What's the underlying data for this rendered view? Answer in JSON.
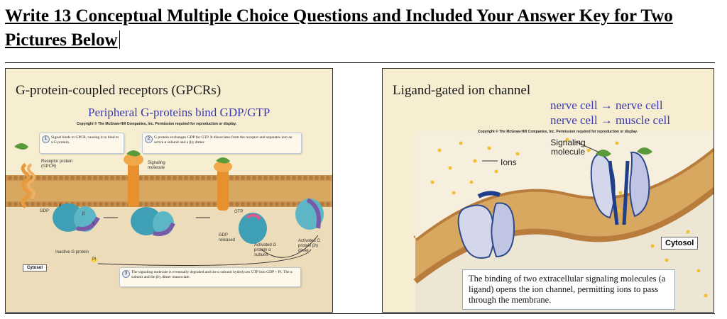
{
  "heading": {
    "line1": "Write 13 Conceptual Multiple Choice Questions and Included Your Answer Key for Two",
    "line2": "Pictures Below"
  },
  "figure_left": {
    "title": "G-protein-coupled receptors (GPCRs)",
    "subtitle": "Peripheral G-proteins bind GDP/GTP",
    "copyright": "Copyright © The McGraw-Hill Companies, Inc. Permission required for reproduction or display.",
    "step1": "Signal binds to GPCR, causing it to bind to a G protein.",
    "step2": "G protein exchanges GDP for GTP. It dissociates from the receptor and separates into an active α subunit and a β/γ dimer.",
    "step3": "The signaling molecule is eventually degraded and the α subunit hydrolyzes GTP into GDP + Pi. The α subunit and the β/γ dimer reassociate.",
    "labels": {
      "receptor": "Receptor protein (GPCR)",
      "signaling_molecule": "Signaling molecule",
      "gdp": "GDP",
      "gtp": "GTP",
      "alpha": "α",
      "beta": "β",
      "gamma": "γ",
      "gdp_released": "GDP released",
      "activated_alpha": "Activated G protein α subunit",
      "activated_beta": "Activated G protein β/γ dimer",
      "inactive": "Inactive G protein",
      "pi": "Pi",
      "cytosol": "Cytosol"
    }
  },
  "figure_right": {
    "title": "Ligand-gated ion channel",
    "line1": "nerve cell → nerve cell",
    "line2": "nerve cell → muscle cell",
    "copyright": "Copyright © The McGraw-Hill Companies, Inc. Permission required for reproduction or display.",
    "labels": {
      "signaling_molecule": "Signaling molecule",
      "ions": "Ions",
      "cytosol": "Cytosol"
    },
    "caption": "The binding of two extracellular signaling molecules (a ligand) opens the ion channel, permitting ions to pass through the membrane."
  },
  "colors": {
    "panel_bg": "#f7edd0",
    "subtitle": "#3a3ab0",
    "membrane": "#c9944f",
    "protein_teal": "#3e9fb5",
    "receptor_orange": "#e89a3c",
    "ligand_green": "#5a9a3a"
  }
}
